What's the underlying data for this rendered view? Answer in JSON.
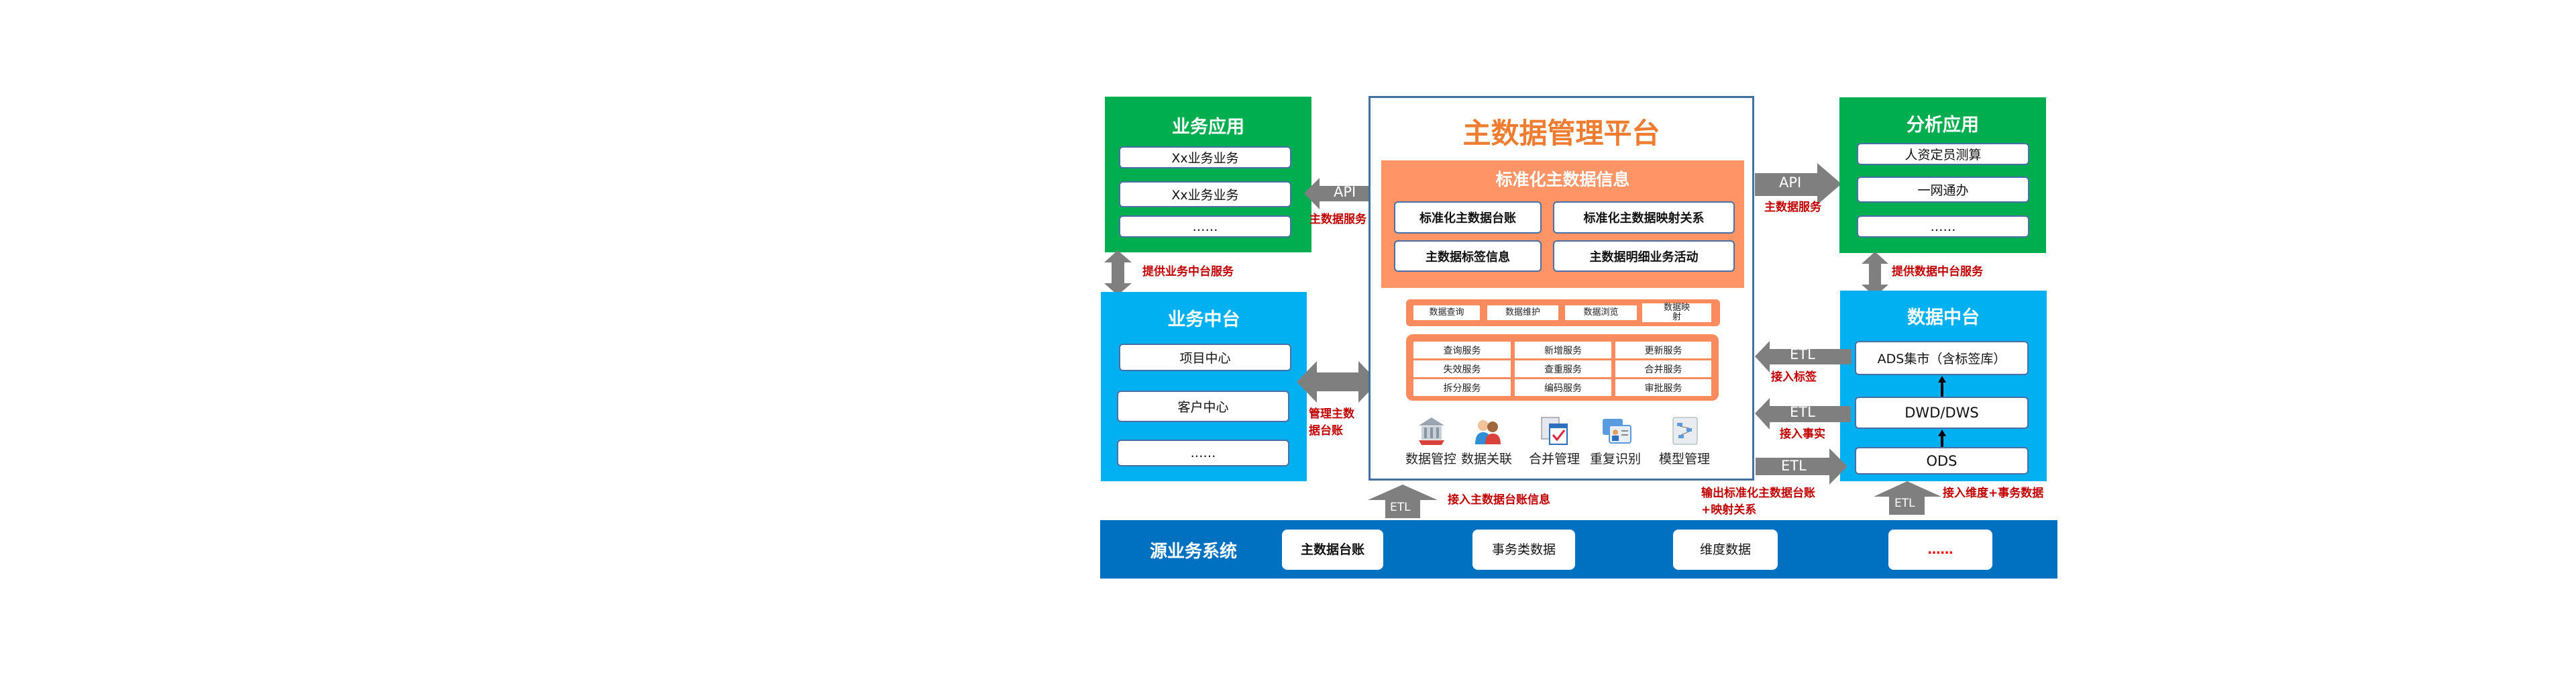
{
  "business_apps": {
    "title": "业务应用",
    "items": [
      "Xx业务业务",
      "Xx业务业务",
      "……"
    ]
  },
  "business_mid": {
    "title": "业务中台",
    "items": [
      "项目中心",
      "客户中心",
      "……"
    ],
    "link_label": "提供业务中台服务"
  },
  "platform": {
    "title": "主数据管理平台",
    "info": {
      "title": "标准化主数据信息",
      "items": [
        "标准化主数据台账",
        "标准化主数据映射关系",
        "主数据标签信息",
        "主数据明细业务活动"
      ]
    },
    "functions": [
      "数据查询",
      "数据维护",
      "数据浏览",
      "数据映射"
    ],
    "services": [
      "查询服务",
      "新增服务",
      "更新服务",
      "失效服务",
      "查重服务",
      "合并服务",
      "拆分服务",
      "编码服务",
      "审批服务"
    ],
    "modules": [
      {
        "label": "数据管控",
        "icon": "bank-icon"
      },
      {
        "label": "数据关联",
        "icon": "users-icon"
      },
      {
        "label": "合并管理",
        "icon": "calendar-check-icon"
      },
      {
        "label": "重复识别",
        "icon": "id-cards-icon"
      },
      {
        "label": "模型管理",
        "icon": "model-diagram-icon"
      }
    ]
  },
  "analysis_apps": {
    "title": "分析应用",
    "items": [
      "人资定员测算",
      "一网通办",
      "……"
    ]
  },
  "data_mid": {
    "title": "数据中台",
    "layers": [
      "ADS集市（含标签库）",
      "DWD/DWS",
      "ODS"
    ],
    "link_label": "提供数据中台服务"
  },
  "source": {
    "title": "源业务系统",
    "items": [
      "主数据台账",
      "事务类数据",
      "维度数据",
      "……"
    ]
  },
  "arrows": {
    "api_left": {
      "tag": "API",
      "label": "主数据服务"
    },
    "api_right": {
      "tag": "API",
      "label": "主数据服务"
    },
    "manage": {
      "label": "管理主数据台账"
    },
    "etl_in": {
      "tag": "ETL",
      "label": "接入主数据台账信息"
    },
    "etl_tag": {
      "tag": "ETL",
      "label": "接入标签"
    },
    "etl_fact": {
      "tag": "ETL",
      "label": "接入事实"
    },
    "etl_out": {
      "tag": "ETL",
      "label": "输出标准化主数据台账+映射关系"
    },
    "etl_dim": {
      "tag": "ETL",
      "label": "接入维度+事务数据"
    }
  },
  "colors": {
    "green": "#00ae4f",
    "blue": "#00b0f0",
    "source": "#0070c0",
    "orange": "#ff9466",
    "title": "#ee7d31",
    "red": "#c00000",
    "arrow": "#7f7f7f"
  }
}
